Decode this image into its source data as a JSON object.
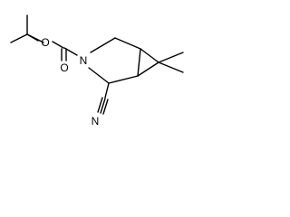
{
  "molecule": {
    "atoms": {
      "o_carbonyl": "O",
      "o_ester": "O",
      "n_ring": "N",
      "n_nitrile": "N"
    }
  }
}
